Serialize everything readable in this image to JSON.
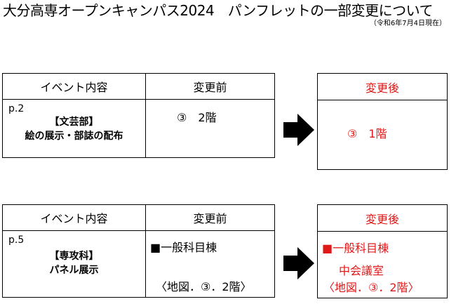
{
  "header": {
    "title": "大分高専オープンキャンパス2024　パンフレットの一部変更について",
    "date": "（令和6年7月4日現在）"
  },
  "table1": {
    "col_event": "イベント内容",
    "col_before": "変更前",
    "col_after": "変更後",
    "page": "p.2",
    "dept": "【文芸部】",
    "event": "絵の展示・部誌の配布",
    "before": "③　2階",
    "after": "③　1階"
  },
  "table2": {
    "col_event": "イベント内容",
    "col_before": "変更前",
    "col_after": "変更後",
    "page": "p.5",
    "dept": "【専攻科】",
    "event": "パネル展示",
    "before_line1": "■一般科目棟",
    "before_line2": "〈地図．③．2階〉",
    "after_line1": "■一般科目棟",
    "after_line2": "中会議室",
    "after_line3": "〈地図．③．2階〉"
  },
  "colors": {
    "text": "#000000",
    "changed": "#e01818"
  },
  "icons": [
    "arrow-right-icon",
    "arrow-right-icon"
  ]
}
